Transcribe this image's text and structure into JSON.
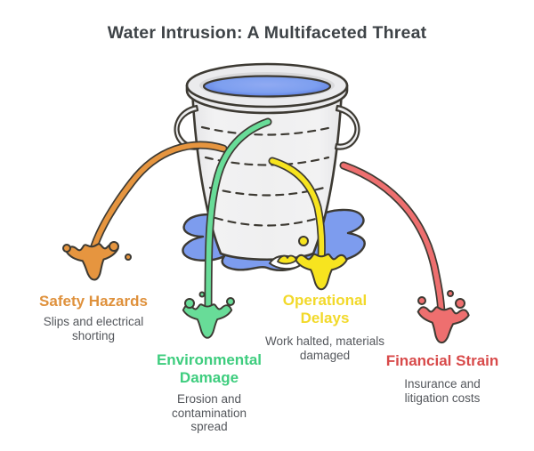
{
  "title": "Water Intrusion: A Multifaceted Threat",
  "colors": {
    "outline": "#3d3a33",
    "puddle_blue": "#7d9cee",
    "water_edge": "#5474dc",
    "water_center": "#90aaf2",
    "bucket_fill": "#efeff0",
    "bucket_rim": "#ebebed",
    "bucket_inner_shade": "#d9d9db",
    "title_text": "#3e4347",
    "description_text": "#54575c"
  },
  "threats": [
    {
      "id": "safety-hazards",
      "label": "Safety Hazards",
      "description": "Slips and electrical shorting",
      "text_color": "#df913c",
      "splash_color": "#e6953f"
    },
    {
      "id": "environmental-damage",
      "label": "Environmental Damage",
      "description": "Erosion and contamination spread",
      "text_color": "#3ecd7e",
      "splash_color": "#68dc98"
    },
    {
      "id": "operational-delays",
      "label": "Operational Delays",
      "description": "Work halted, materials damaged",
      "text_color": "#f2d92a",
      "splash_color": "#f7e41f"
    },
    {
      "id": "financial-strain",
      "label": "Financial Strain",
      "description": "Insurance and litigation costs",
      "text_color": "#d84a4a",
      "splash_color": "#ee6f6f"
    }
  ]
}
